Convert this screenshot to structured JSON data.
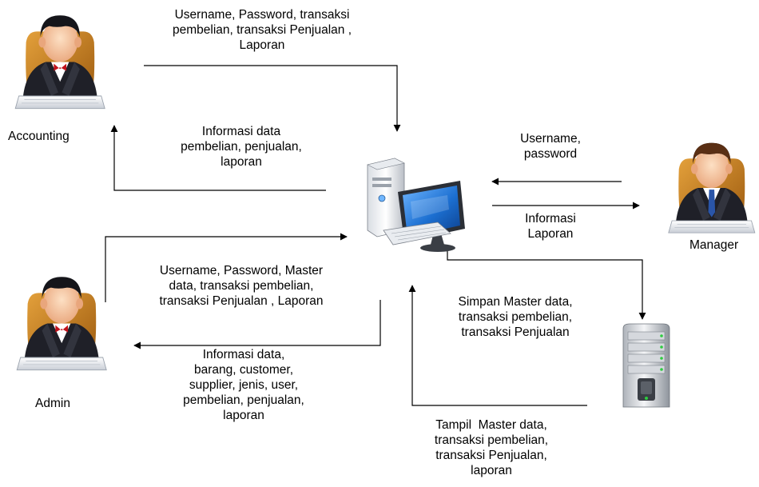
{
  "actors": {
    "accounting": "Accounting",
    "manager": "Manager",
    "admin": "Admin"
  },
  "flows": {
    "accounting_to_system": "Username, Password, transaksi\npembelian, transaksi Penjualan ,\nLaporan",
    "system_to_accounting": "Informasi data\npembelian, penjualan,\nlaporan",
    "manager_to_system": "Username,\npassword",
    "system_to_manager": "Informasi\nLaporan",
    "admin_to_system": "Username, Password, Master\ndata, transaksi pembelian,\ntransaksi Penjualan , Laporan",
    "system_to_admin": "Informasi data,\nbarang, customer,\nsupplier, jenis, user,\npembelian, penjualan,\nlaporan",
    "system_to_database": "Simpan Master data,\ntransaksi pembelian,\ntransaksi Penjualan",
    "database_to_system": "Tampil  Master data,\ntransaksi pembelian,\ntransaksi Penjualan,\nlaporan"
  },
  "colors": {
    "suit": "#1e1e24",
    "chair": "#c77b1a",
    "skin": "#f6c29a",
    "tie_accounting": "#c0121b",
    "tie_manager": "#2a55a8",
    "monitor_blue": "#1c6fd1",
    "arrow": "#000000"
  },
  "icons": {
    "accounting": "businessman-icon",
    "manager": "businessman-icon",
    "admin": "businessman-icon",
    "system": "desktop-computer-icon",
    "database": "server-icon"
  }
}
